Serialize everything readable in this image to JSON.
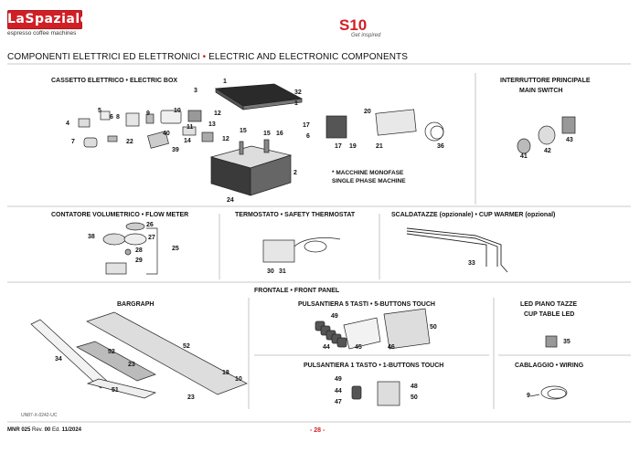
{
  "header": {
    "brand": "LaSpaziale",
    "tagline": "espresso coffee machines",
    "model": "S10",
    "model_sub": "Get inspired"
  },
  "title": {
    "it": "COMPONENTI ELETTRICI ED ELETTRONICI",
    "sep": "•",
    "en": "ELECTRIC AND ELECTRONIC COMPONENTS"
  },
  "sections": {
    "electric_box": "CASSETTO ELETTRICO • ELECTRIC BOX",
    "main_switch_it": "INTERRUTTORE PRINCIPALE",
    "main_switch_en": "MAIN SWITCH",
    "flow_meter": "CONTATORE VOLUMETRICO • FLOW METER",
    "thermostat": "TERMOSTATO • SAFETY THERMOSTAT",
    "cup_warmer": "SCALDATAZZE (opzionale) • CUP WARMER (opzional)",
    "front_panel": "FRONTALE • FRONT PANEL",
    "bargraph": "BARGRAPH",
    "touch5": "PULSANTIERA 5 TASTI • 5-BUTTONS TOUCH",
    "touch1": "PULSANTIERA 1 TASTO • 1-BUTTONS TOUCH",
    "led_it": "LED PIANO TAZZE",
    "led_en": "CUP TABLE LED",
    "wiring": "CABLAGGIO • WIRING"
  },
  "note": {
    "line1": "* MACCHINE MONOFASE",
    "line2": "SINGLE PHASE MACHINE"
  },
  "labels": {
    "eb": [
      "1",
      "3",
      "32",
      "1",
      "2",
      "4",
      "5",
      "6",
      "7",
      "8",
      "9",
      "10",
      "11",
      "12",
      "13",
      "12",
      "14",
      "15",
      "15",
      "16",
      "17",
      "6",
      "17",
      "19",
      "20",
      "21",
      "22",
      "24",
      "36",
      "39",
      "40"
    ],
    "ms": [
      "41",
      "42",
      "43"
    ],
    "fm": [
      "26",
      "38",
      "27",
      "28",
      "29",
      "25"
    ],
    "th": [
      "30",
      "31"
    ],
    "cw": [
      "33"
    ],
    "bg": [
      "34",
      "52",
      "52",
      "23",
      "18",
      "10",
      "51",
      "23"
    ],
    "t5": [
      "49",
      "50",
      "44",
      "45",
      "46"
    ],
    "t1": [
      "49",
      "48",
      "44",
      "50",
      "47"
    ],
    "led": [
      "35"
    ],
    "wr": [
      "9"
    ]
  },
  "footer": {
    "ref": "UN87-X-0242-UC",
    "doc": "MNR 025",
    "rev_label": "Rev.",
    "rev": "00",
    "ed_label": "Ed.",
    "ed": "11/2024",
    "page": "- 28 -"
  },
  "colors": {
    "brand_red": "#d11f26",
    "line_gray": "#b8b8b8"
  }
}
